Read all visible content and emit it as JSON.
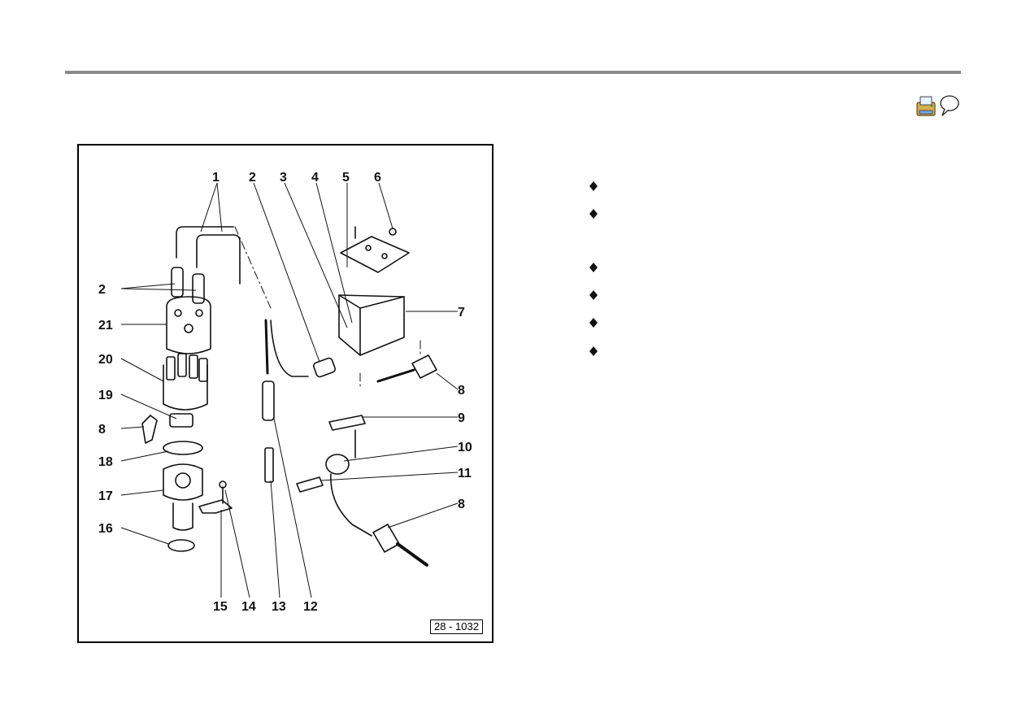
{
  "toolbar": {
    "icons": [
      "print-icon",
      "speech-bubble-icon"
    ]
  },
  "figure": {
    "code": "28 - 1032",
    "labels": [
      "1",
      "2",
      "3",
      "4",
      "5",
      "6",
      "2",
      "21",
      "7",
      "20",
      "8",
      "19",
      "9",
      "8",
      "18",
      "10",
      "17",
      "11",
      "16",
      "8",
      "15",
      "14",
      "13",
      "12"
    ]
  },
  "bullets": [
    {
      "text": ""
    },
    {
      "text": ""
    },
    {
      "text": ""
    },
    {
      "text": ""
    },
    {
      "text": ""
    },
    {
      "text": ""
    }
  ]
}
